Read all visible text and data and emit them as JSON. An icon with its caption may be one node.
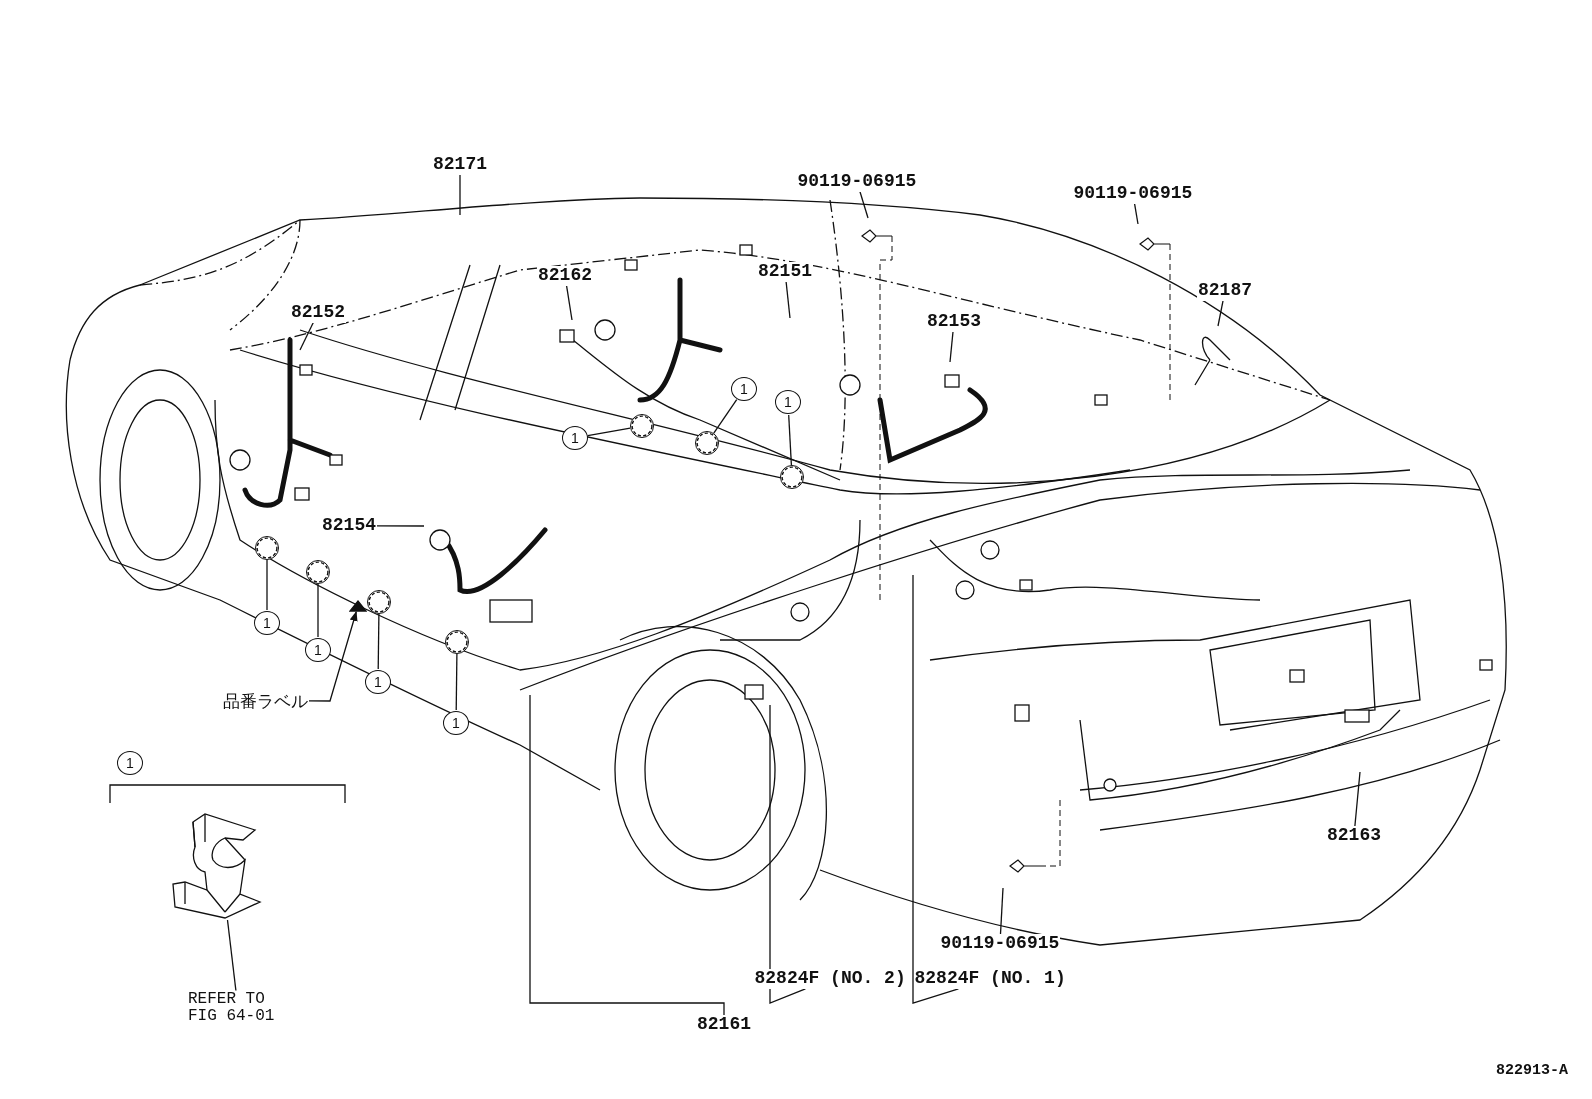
{
  "diagram": {
    "nodes": [
      {
        "text": [
          "82171"
        ]
      },
      {
        "text": [
          "90119-06915"
        ]
      },
      {
        "text": [
          "90119-06915"
        ]
      },
      {
        "text": [
          "82162"
        ]
      },
      {
        "text": [
          "82151"
        ]
      },
      {
        "text": [
          "82152"
        ]
      },
      {
        "text": [
          "82153"
        ]
      },
      {
        "text": [
          "82187"
        ]
      },
      {
        "text": [
          "82154"
        ]
      },
      {
        "text": [
          "1"
        ]
      },
      {
        "text": [
          "1"
        ]
      },
      {
        "text": [
          "1"
        ]
      },
      {
        "text": [
          "1"
        ]
      },
      {
        "text": [
          "1"
        ]
      },
      {
        "text": [
          "1"
        ]
      },
      {
        "text": [
          "1"
        ]
      },
      {
        "text": [
          "品番ラベル"
        ]
      },
      {
        "text": [
          "1"
        ]
      },
      {
        "text": [],
        "shape": "picture"
      },
      {
        "text": [
          "REFER TO FIG 64-01"
        ]
      },
      {
        "text": [
          "82824F (NO. 2)"
        ]
      },
      {
        "text": [
          "82824F (NO. 1)"
        ]
      },
      {
        "text": [
          "82161"
        ]
      },
      {
        "text": [
          "82163"
        ]
      },
      {
        "text": [
          "90119-06915"
        ]
      },
      {
        "text": [],
        "shape": "circle"
      },
      {
        "text": [],
        "shape": "circle"
      },
      {
        "text": [],
        "shape": "circle"
      },
      {
        "text": [],
        "shape": "circle"
      },
      {
        "text": [],
        "shape": "circle"
      },
      {
        "text": [],
        "shape": "circle"
      },
      {
        "text": [],
        "shape": "circle"
      },
      {
        "text": [],
        "shape": "triangle"
      }
    ],
    "edges": [
      {
        "from": 0,
        "to": null,
        "arrow": "none"
      },
      {
        "from": 1,
        "to": null,
        "arrow": "none"
      },
      {
        "from": 2,
        "to": null,
        "arrow": "none"
      },
      {
        "from": 3,
        "to": null,
        "arrow": "none"
      },
      {
        "from": 4,
        "to": null,
        "arrow": "none"
      },
      {
        "from": 5,
        "to": null,
        "arrow": "none"
      },
      {
        "from": 6,
        "to": null,
        "arrow": "none"
      },
      {
        "from": 7,
        "to": null,
        "arrow": "none"
      },
      {
        "from": 8,
        "to": null,
        "arrow": "none"
      },
      {
        "from": 9,
        "to": 25,
        "arrow": "none"
      },
      {
        "from": 10,
        "to": 26,
        "arrow": "none"
      },
      {
        "from": 11,
        "to": 27,
        "arrow": "none"
      },
      {
        "from": 12,
        "to": 28,
        "arrow": "none"
      },
      {
        "from": 13,
        "to": 29,
        "arrow": "none"
      },
      {
        "from": 14,
        "to": 30,
        "arrow": "none"
      },
      {
        "from": 15,
        "to": 31,
        "arrow": "none"
      },
      {
        "from": 16,
        "to": 32,
        "arrow": "to"
      },
      {
        "from": 19,
        "to": 18,
        "arrow": "none"
      },
      {
        "from": 20,
        "to": null,
        "arrow": "none"
      },
      {
        "from": 21,
        "to": null,
        "arrow": "none"
      },
      {
        "from": 22,
        "to": null,
        "arrow": "none"
      },
      {
        "from": 23,
        "to": null,
        "arrow": "none"
      },
      {
        "from": 24,
        "to": null,
        "arrow": "none"
      }
    ],
    "labels": [
      "822913-A"
    ]
  }
}
